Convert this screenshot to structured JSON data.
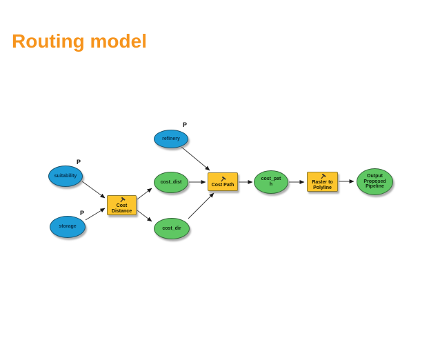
{
  "slide": {
    "title": "Routing model"
  },
  "colors": {
    "title_orange": "#F6941D",
    "input_blue": "#1E9CD7",
    "derived_green": "#5FC763",
    "tool_yellow": "#FCC52D",
    "connector_dark": "#3a3a3a"
  },
  "diagram": {
    "parameter_marker": "P",
    "nodes": [
      {
        "id": "refinery",
        "label": "refinery",
        "kind": "input-variable",
        "parameter": "P"
      },
      {
        "id": "suitability",
        "label": "suitability",
        "kind": "input-variable",
        "parameter": "P"
      },
      {
        "id": "storage",
        "label": "storage",
        "kind": "input-variable",
        "parameter": "P"
      },
      {
        "id": "cost-distance",
        "label": "Cost\nDistance",
        "kind": "tool"
      },
      {
        "id": "cost_dist",
        "label": "cost_dist",
        "kind": "derived-data"
      },
      {
        "id": "cost_dir",
        "label": "cost_dir",
        "kind": "derived-data"
      },
      {
        "id": "cost-path",
        "label": "Cost Path",
        "kind": "tool"
      },
      {
        "id": "cost_path",
        "label": "cost_pat\nh",
        "kind": "derived-data"
      },
      {
        "id": "raster-to-polyline",
        "label": "Raster to\nPolyline",
        "kind": "tool"
      },
      {
        "id": "output-proposed-pipeline",
        "label": "Output\nProposed\nPipeline",
        "kind": "derived-data"
      }
    ],
    "connections": [
      {
        "from": "suitability",
        "to": "cost-distance"
      },
      {
        "from": "storage",
        "to": "cost-distance"
      },
      {
        "from": "cost-distance",
        "to": "cost_dist"
      },
      {
        "from": "cost-distance",
        "to": "cost_dir"
      },
      {
        "from": "refinery",
        "to": "cost-path"
      },
      {
        "from": "cost_dist",
        "to": "cost-path"
      },
      {
        "from": "cost_dir",
        "to": "cost-path"
      },
      {
        "from": "cost-path",
        "to": "cost_path"
      },
      {
        "from": "cost_path",
        "to": "raster-to-polyline"
      },
      {
        "from": "raster-to-polyline",
        "to": "output-proposed-pipeline"
      }
    ]
  }
}
